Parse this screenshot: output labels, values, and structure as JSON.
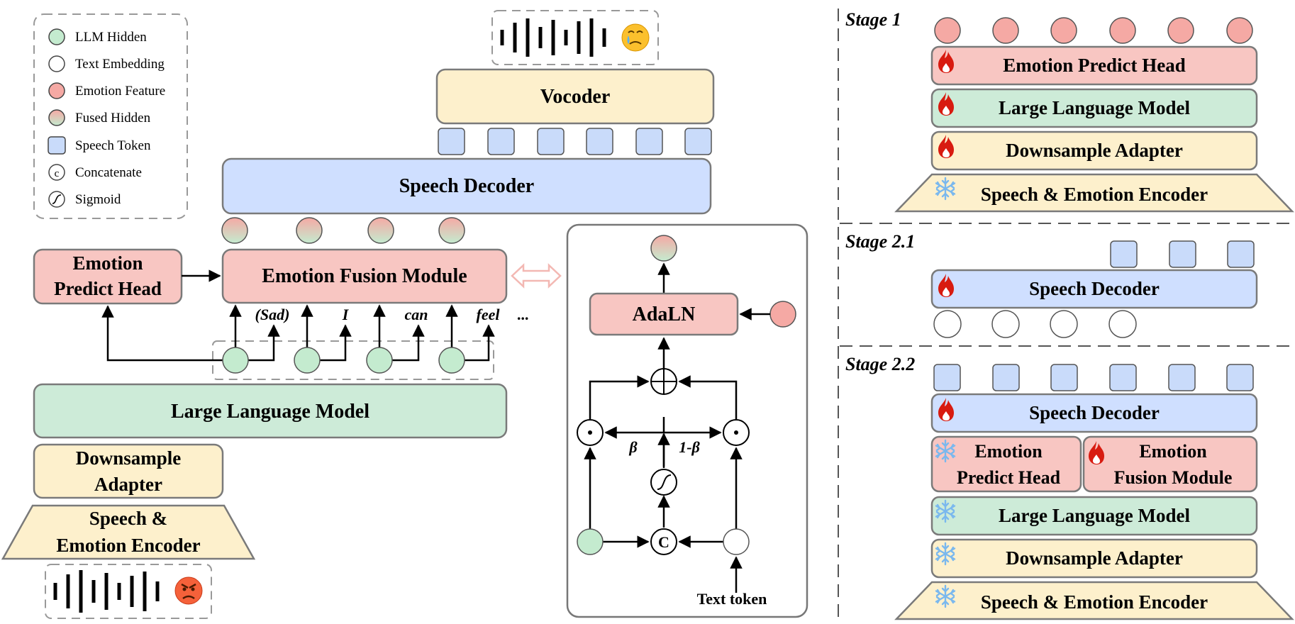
{
  "legend": {
    "items": [
      {
        "label": "LLM Hidden",
        "kind": "green-circle"
      },
      {
        "label": "Text Embedding",
        "kind": "white-circle"
      },
      {
        "label": "Emotion Feature",
        "kind": "red-circle"
      },
      {
        "label": "Fused Hidden",
        "kind": "fused-circle"
      },
      {
        "label": "Speech Token",
        "kind": "blue-square"
      },
      {
        "label": "Concatenate",
        "kind": "concat-symbol"
      },
      {
        "label": "Sigmoid",
        "kind": "sigmoid-symbol"
      }
    ]
  },
  "main": {
    "vocoder": "Vocoder",
    "speech_decoder": "Speech Decoder",
    "emotion_fusion_module": "Emotion Fusion Module",
    "emotion_predict_head": [
      "Emotion",
      "Predict Head"
    ],
    "llm": "Large Language Model",
    "downsample_adapter": [
      "Downsample",
      "Adapter"
    ],
    "encoder": [
      "Speech &",
      "Emotion Encoder"
    ],
    "words": [
      "(Sad)",
      "I",
      "can",
      "feel",
      "..."
    ]
  },
  "fusion_detail": {
    "adaln": "AdaLN",
    "beta": "β",
    "one_minus_beta": "1-β",
    "concat_symbol": "C",
    "text_token": "Text token"
  },
  "stages": {
    "s1": {
      "title": "Stage 1",
      "emotion_predict_head": "Emotion Predict Head",
      "llm": "Large Language Model",
      "downsample_adapter": "Downsample Adapter",
      "encoder": "Speech & Emotion Encoder"
    },
    "s21": {
      "title": "Stage 2.1",
      "speech_decoder": "Speech Decoder"
    },
    "s22": {
      "title": "Stage 2.2",
      "speech_decoder": "Speech Decoder",
      "emotion_predict_head": [
        "Emotion",
        "Predict Head"
      ],
      "emotion_fusion_module": [
        "Emotion",
        "Fusion Module"
      ],
      "llm": "Large Language Model",
      "downsample_adapter": "Downsample Adapter",
      "encoder": "Speech & Emotion Encoder"
    }
  },
  "colors": {
    "red_fill": "#f8c6c2",
    "red_circle": "#f5a9a4",
    "green_fill": "#cdebd8",
    "green_circle": "#c4ebcf",
    "yellow_fill": "#fdf0cc",
    "blue_fill": "#cfdfff",
    "blue_token": "#c9dbfa",
    "border": "#7a7a7a",
    "fire": "#d81b10",
    "snow": "#7ab8ee",
    "double_arrow": "#f3b8b3"
  },
  "icons": [
    "crying-face-emoji",
    "angry-face-emoji",
    "fire-icon",
    "snowflake-icon",
    "waveform-icon"
  ]
}
